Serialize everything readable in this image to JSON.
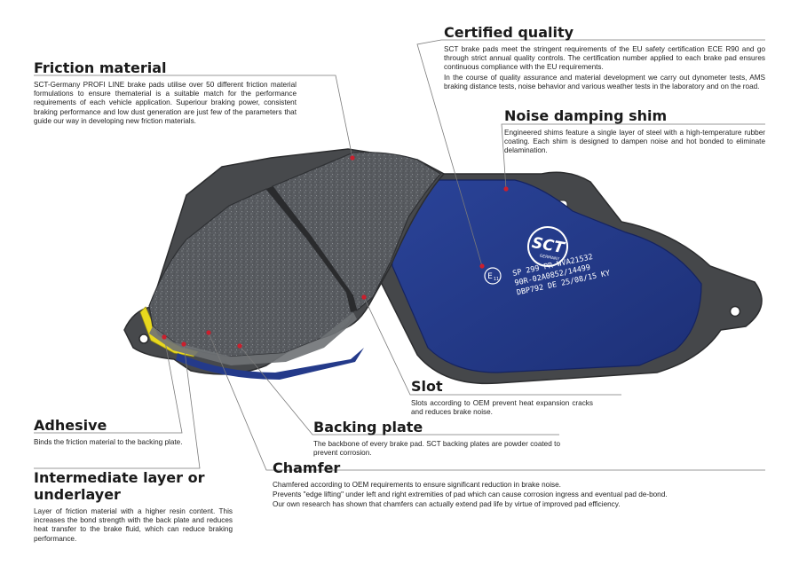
{
  "sections": {
    "friction_material": {
      "title": "Friction material",
      "text": "SCT-Germany PROFI LINE brake pads utilise over 50 different friction material formulations to ensure thematerial is a suitable match for the performance requirements of each vehicle application. Superiour braking power, consistent braking performance and low dust generation are just few of the parameters that guide our way in developing new friction materials."
    },
    "certified_quality": {
      "title": "Certified quality",
      "text1": "SCT brake pads meet the stringent requirements of the EU safety certification ECE R90 and go through strict annual quality controls. The certification number applied to each brake pad ensures continuous compliance with the EU requirements.",
      "text2": "In the course of quality assurance and material development we carry out dynometer tests, AMS braking distance tests, noise behavior and various weather tests in the laboratory and on the road."
    },
    "noise_damping_shim": {
      "title": "Noise damping shim",
      "text": "Engineered shims feature a single layer of steel with a high-temperature rubber coating. Each shim is designed to dampen noise and hot bonded to eliminate delamination."
    },
    "slot": {
      "title": "Slot",
      "text": "Slots according to OEM prevent heat expansion cracks and reduces brake noise."
    },
    "adhesive": {
      "title": "Adhesive",
      "text": "Binds the friction material to the backing plate."
    },
    "backing_plate": {
      "title": "Backing plate",
      "text": "The backbone of every brake pad. SCT backing plates are powder coated to prevent corrosion."
    },
    "intermediate_layer": {
      "title": "Intermediate layer or underlayer",
      "text": "Layer of friction material with a higher resin content. This increases the bond strength with the back plate and reduces heat transfer to the brake fluid, which can reduce braking performance."
    },
    "chamfer": {
      "title": "Chamfer",
      "text1": "Chamfered according to OEM requirements to ensure significant reduction in brake noise.",
      "text2": "Prevents \"edge lifting\" under left and right extremities of pad which can cause corrosion ingress and eventual pad de-bond.",
      "text3": "Our own research has shown that chamfers can actually extend pad life by virtue of improved pad efficiency."
    }
  },
  "pad_marking": {
    "logo": "SCT",
    "logo_sub": "GERMANY",
    "cert_mark": "E",
    "cert_sub": "11",
    "line1": "SP 299 PR WVA21532",
    "line2": "90R-02A0852/14499",
    "line3": "DBP792 DE 25/08/15 KY"
  },
  "colors": {
    "heading": "#1a1a1a",
    "leader_line": "#777777",
    "pointer_dot": "#cc1f2d",
    "friction": "#5c5f63",
    "backing_plate": "#4a4c4f",
    "shim_blue": "#243a8a",
    "adhesive_yellow": "#e8d81e"
  }
}
